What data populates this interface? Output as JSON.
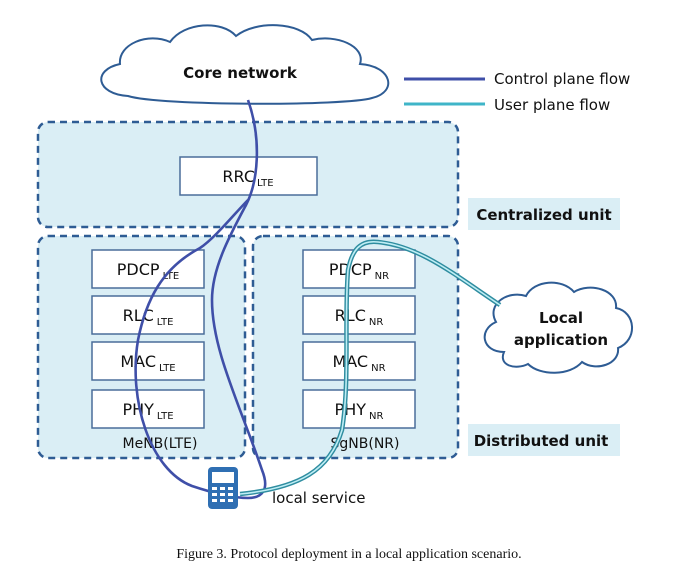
{
  "diagram": {
    "core_network": "Core network",
    "legend": {
      "control": "Control plane flow",
      "user": "User plane flow",
      "colors": {
        "control": "#3f4fa8",
        "user": "#3fb5c8"
      }
    },
    "centralized_unit": {
      "label": "Centralized unit",
      "rrc": {
        "main": "RRC",
        "sub": "LTE"
      }
    },
    "distributed_unit": {
      "label": "Distributed unit",
      "menb": {
        "label": "MeNB(LTE)",
        "layers": [
          {
            "main": "PDCP",
            "sub": "LTE"
          },
          {
            "main": "RLC",
            "sub": "LTE"
          },
          {
            "main": "MAC",
            "sub": "LTE"
          },
          {
            "main": "PHY",
            "sub": "LTE"
          }
        ]
      },
      "sgnb": {
        "label": "SgNB(NR)",
        "layers": [
          {
            "main": "PDCP",
            "sub": "NR"
          },
          {
            "main": "RLC",
            "sub": "NR"
          },
          {
            "main": "MAC",
            "sub": "NR"
          },
          {
            "main": "PHY",
            "sub": "NR"
          }
        ]
      }
    },
    "local_application": {
      "line1": "Local",
      "line2": "application"
    },
    "local_service": "local service",
    "caption": "Figure 3. Protocol deployment in a local application scenario.",
    "colors": {
      "box_fill": "#daeef5",
      "dash_stroke": "#2e5c94",
      "layer_fill": "#ffffff",
      "layer_stroke": "#4a6d9a",
      "label_fill": "#daeef5",
      "phone": "#2f6fb3"
    }
  }
}
